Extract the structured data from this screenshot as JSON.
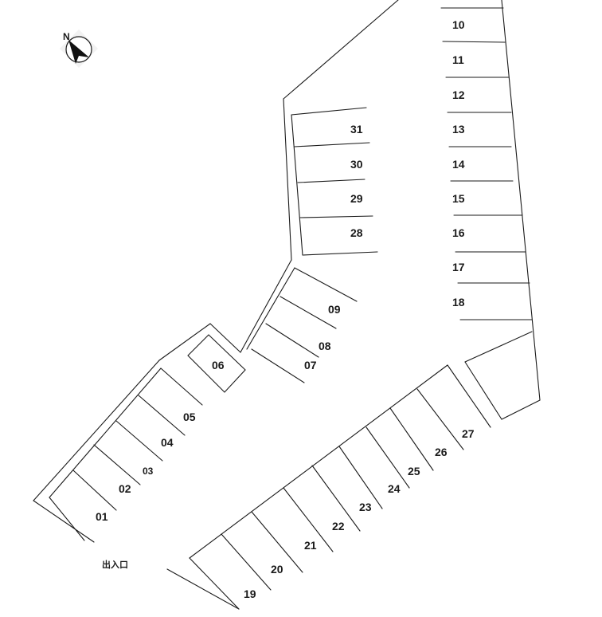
{
  "compass": {
    "north_letter": "N",
    "icon": "compass-north-icon"
  },
  "entrance": {
    "label": "出入口"
  },
  "spaces": [
    {
      "id": "s01",
      "label": "01"
    },
    {
      "id": "s02",
      "label": "02"
    },
    {
      "id": "s03",
      "label": "03"
    },
    {
      "id": "s04",
      "label": "04"
    },
    {
      "id": "s05",
      "label": "05"
    },
    {
      "id": "s06",
      "label": "06"
    },
    {
      "id": "s07",
      "label": "07"
    },
    {
      "id": "s08",
      "label": "08"
    },
    {
      "id": "s09",
      "label": "09"
    },
    {
      "id": "s10",
      "label": "10"
    },
    {
      "id": "s11",
      "label": "11"
    },
    {
      "id": "s12",
      "label": "12"
    },
    {
      "id": "s13",
      "label": "13"
    },
    {
      "id": "s14",
      "label": "14"
    },
    {
      "id": "s15",
      "label": "15"
    },
    {
      "id": "s16",
      "label": "16"
    },
    {
      "id": "s17",
      "label": "17"
    },
    {
      "id": "s18",
      "label": "18"
    },
    {
      "id": "s19",
      "label": "19"
    },
    {
      "id": "s20",
      "label": "20"
    },
    {
      "id": "s21",
      "label": "21"
    },
    {
      "id": "s22",
      "label": "22"
    },
    {
      "id": "s23",
      "label": "23"
    },
    {
      "id": "s24",
      "label": "24"
    },
    {
      "id": "s25",
      "label": "25"
    },
    {
      "id": "s26",
      "label": "26"
    },
    {
      "id": "s27",
      "label": "27"
    },
    {
      "id": "s28",
      "label": "28"
    },
    {
      "id": "s29",
      "label": "29"
    },
    {
      "id": "s30",
      "label": "30"
    },
    {
      "id": "s31",
      "label": "31"
    }
  ]
}
